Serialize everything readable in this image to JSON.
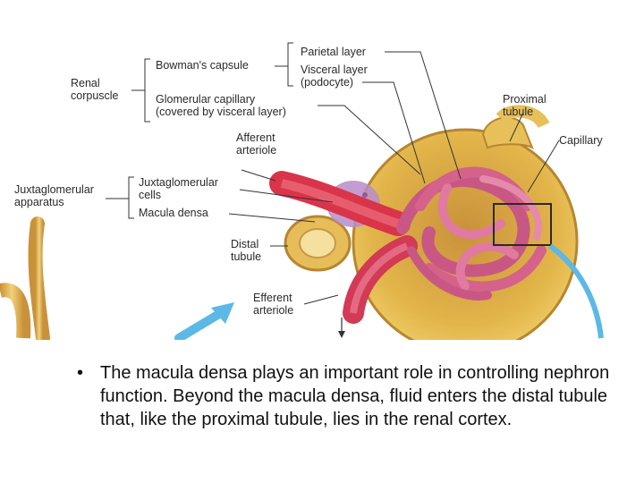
{
  "labels": {
    "renal_corpuscle": "Renal\ncorpuscle",
    "bowmans_capsule": "Bowman's capsule",
    "parietal_layer": "Parietal layer",
    "visceral_layer": "Visceral layer\n(podocyte)",
    "glomerular_capillary": "Glomerular capillary\n(covered by visceral layer)",
    "proximal_tubule": "Proximal\ntubule",
    "capillary": "Capillary",
    "afferent_arteriole": "Afferent\narteriole",
    "juxtaglomerular_apparatus": "Juxtaglomerular\napparatus",
    "juxtaglomerular_cells": "Juxtaglomerular\ncells",
    "macula_densa": "Macula densa",
    "distal_tubule": "Distal\ntubule",
    "efferent_arteriole": "Efferent\narteriole"
  },
  "bullet": {
    "marker": "•",
    "text": "The macula densa plays an important role in controlling nephron function. Beyond the macula densa, fluid enters the distal tubule that, like the proximal tubule, lies in the renal cortex."
  },
  "colors": {
    "capsule_fill": "#e2b54a",
    "capillary_pink": "#d4628a",
    "arteriole_red": "#d9344a",
    "blue_arrow": "#5cb8e6",
    "leader_line": "#333333"
  }
}
